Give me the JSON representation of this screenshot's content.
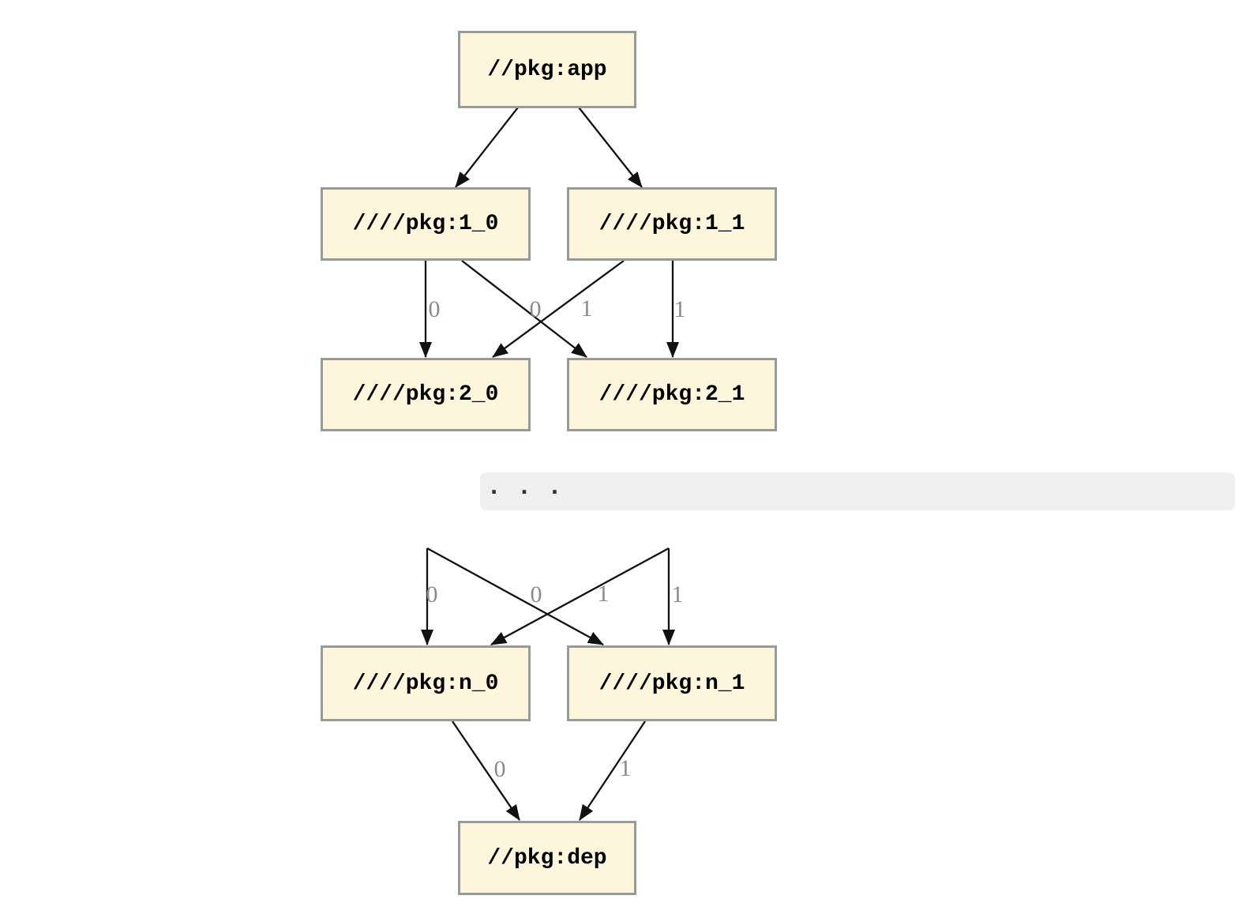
{
  "graph": {
    "nodes": {
      "app": {
        "label": "//pkg:app"
      },
      "pkg1_0": {
        "label": "////pkg:1_0"
      },
      "pkg1_1": {
        "label": "////pkg:1_1"
      },
      "pkg2_0": {
        "label": "////pkg:2_0"
      },
      "pkg2_1": {
        "label": "////pkg:2_1"
      },
      "ellipsis": {
        "label": ". . ."
      },
      "pkgn_0": {
        "label": "////pkg:n_0"
      },
      "pkgn_1": {
        "label": "////pkg:n_1"
      },
      "dep": {
        "label": "//pkg:dep"
      }
    },
    "edges": [
      {
        "from": "//pkg:app",
        "to": "////pkg:1_0",
        "label": ""
      },
      {
        "from": "//pkg:app",
        "to": "////pkg:1_1",
        "label": ""
      },
      {
        "from": "////pkg:1_0",
        "to": "////pkg:2_0",
        "label": "0"
      },
      {
        "from": "////pkg:1_0",
        "to": "////pkg:2_1",
        "label": "1"
      },
      {
        "from": "////pkg:1_1",
        "to": "////pkg:2_0",
        "label": "0"
      },
      {
        "from": "////pkg:1_1",
        "to": "////pkg:2_1",
        "label": "1"
      },
      {
        "from": ". . .",
        "to": "////pkg:n_0",
        "label": "0"
      },
      {
        "from": ". . .",
        "to": "////pkg:n_1",
        "label": "1"
      },
      {
        "from": ". . .",
        "to": "////pkg:n_0",
        "label": "0"
      },
      {
        "from": ". . .",
        "to": "////pkg:n_1",
        "label": "1"
      },
      {
        "from": "////pkg:n_0",
        "to": "//pkg:dep",
        "label": "0"
      },
      {
        "from": "////pkg:n_1",
        "to": "//pkg:dep",
        "label": "1"
      }
    ],
    "colors": {
      "background": "#ffffff",
      "node_fill": "#fdf6dc",
      "node_border": "#959b98",
      "band_fill": "#f0f0f0",
      "edge": "#111111",
      "edge_label": "#8a8a8a",
      "node_text": "#000000",
      "dot": "#333333"
    }
  }
}
